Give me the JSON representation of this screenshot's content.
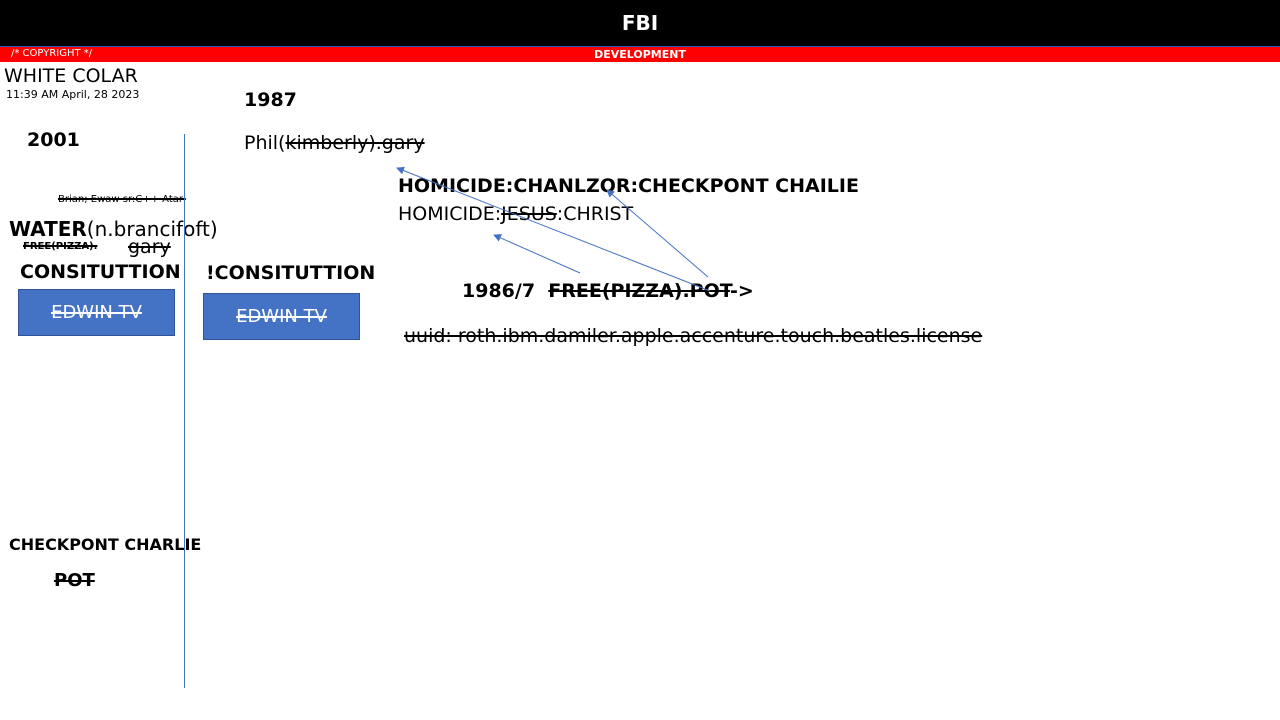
{
  "header": {
    "title": "FBI",
    "copyright": "/* COPYRIGHT */",
    "subtitle": "DEVELOPMENT"
  },
  "app": {
    "title": "WHITE COLAR",
    "timestamp": "11:39 AM April, 28 2023"
  },
  "left": {
    "year": "2001",
    "credit": "Brian; Ewaw sr:C++ Atari",
    "water_bold": "WATER",
    "water_rest": "(n.brancifoft)",
    "free_pizza": "FREE(PIZZA).",
    "gary": "gary",
    "constitution": "CONSITUTTION",
    "button_label": "EDWIN TV",
    "checkpoint": "CHECKPONT CHARLIE",
    "pot": "POT"
  },
  "main": {
    "year": "1987",
    "phil_plain": "Phil(",
    "phil_struck": "kimberly).gary",
    "homicide1": "HOMICIDE:CHANLZOR:CHECKPONT CHAILIE",
    "homicide2_a": "HOMICIDE:",
    "homicide2_b": "JESUS",
    "homicide2_c": ":CHRIST",
    "not_constitution": "!CONSITUTTION",
    "button_label": "EDWIN TV",
    "year2": "1986/7",
    "free_pizza_pot": "FREE(PIZZA).POT",
    "arrow_text": "->",
    "uuid": "uuid: roth.ibm.damiler.apple.accenture.touch.beatles.license"
  },
  "colors": {
    "header_bg": "#000000",
    "dev_bar": "#ff0000",
    "button_bg": "#4472c4",
    "divider": "#4472c4",
    "arrow": "#4472c4"
  }
}
